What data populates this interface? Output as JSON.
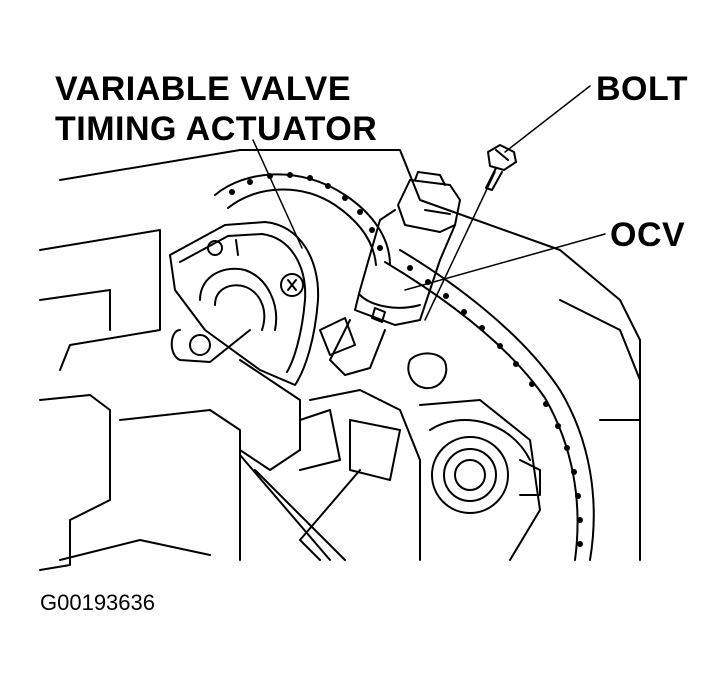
{
  "labels": {
    "vvt_line1": "VARIABLE VALVE",
    "vvt_line2": "TIMING ACTUATOR",
    "bolt": "BOLT",
    "ocv": "OCV"
  },
  "figure_id": "G00193636"
}
